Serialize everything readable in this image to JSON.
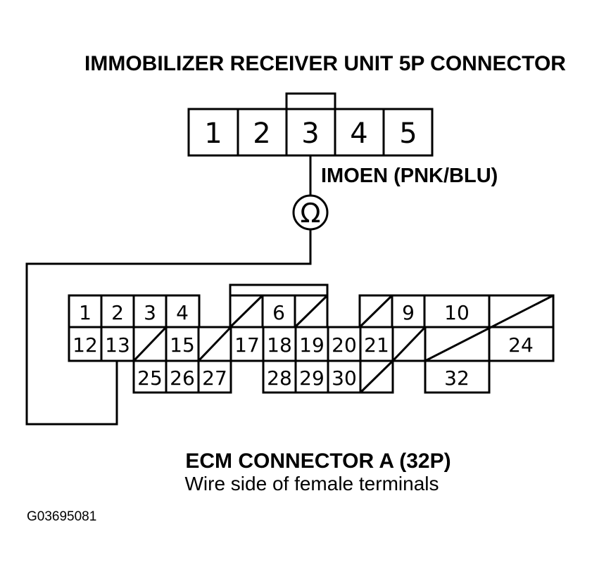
{
  "top_connector": {
    "title": "IMMOBILIZER RECEIVER UNIT 5P CONNECTOR",
    "pins": [
      "1",
      "2",
      "3",
      "4",
      "5"
    ],
    "wire_label": "IMOEN (PNK/BLU)"
  },
  "meter_symbol": "Ω",
  "ecm_connector": {
    "title": "ECM CONNECTOR A (32P)",
    "subtitle": "Wire side of female terminals",
    "row1_pins": [
      "1",
      "2",
      "3",
      "4",
      "6",
      "9",
      "10"
    ],
    "row2_pins": [
      "12",
      "13",
      "15",
      "17",
      "18",
      "19",
      "20",
      "21",
      "24"
    ],
    "row3_pins": [
      "25",
      "26",
      "27",
      "28",
      "29",
      "30",
      "32"
    ]
  },
  "figure_code": "G03695081"
}
